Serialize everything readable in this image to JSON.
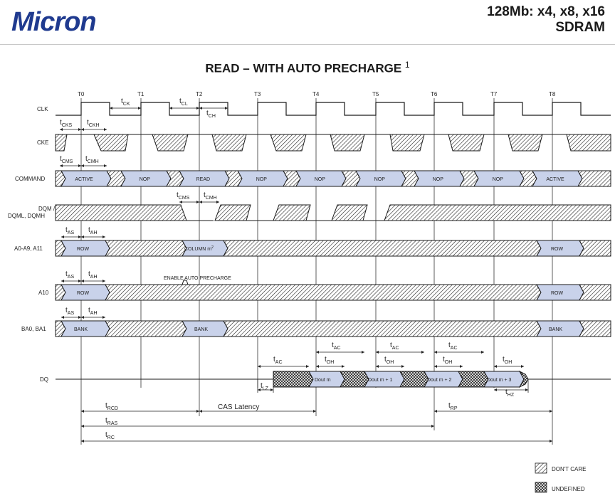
{
  "header": {
    "logo_text": "Micron",
    "title_line1": "128Mb: x4, x8, x16",
    "title_line2": "SDRAM"
  },
  "diagram": {
    "title": "READ – WITH AUTO PRECHARGE",
    "title_note": "1",
    "clock_ticks": [
      "T0",
      "T1",
      "T2",
      "T3",
      "T4",
      "T5",
      "T6",
      "T7",
      "T8"
    ],
    "signals": {
      "clk": "CLK",
      "cke": "CKE",
      "command": "COMMAND",
      "dqm_line1": "DQM /",
      "dqm_line2": "DQML, DQMH",
      "addr": "A0-A9, A11",
      "a10": "A10",
      "ba": "BA0, BA1",
      "dq": "DQ"
    },
    "commands": [
      "ACTIVE",
      "NOP",
      "READ",
      "NOP",
      "NOP",
      "NOP",
      "NOP",
      "NOP",
      "ACTIVE"
    ],
    "addr_values": {
      "row": "ROW",
      "column": "COLUMN m",
      "column_note": "2",
      "row_end": "ROW"
    },
    "a10_values": {
      "row": "ROW",
      "row_end": "ROW",
      "enable_note": "ENABLE AUTO PRECHARGE"
    },
    "ba_values": {
      "bank1": "BANK",
      "bank2": "BANK",
      "bank3": "BANK"
    },
    "dq_values": [
      "Dout m",
      "Dout m + 1",
      "Dout m + 2",
      "Dout m + 3"
    ],
    "timing_labels": {
      "tck": {
        "main": "t",
        "sub": "CK"
      },
      "tcl": {
        "main": "t",
        "sub": "CL"
      },
      "tch": {
        "main": "t",
        "sub": "CH"
      },
      "tcks": {
        "main": "t",
        "sub": "CKS"
      },
      "tckh": {
        "main": "t",
        "sub": "CKH"
      },
      "tcms": {
        "main": "t",
        "sub": "CMS"
      },
      "tcmh": {
        "main": "t",
        "sub": "CMH"
      },
      "tas": {
        "main": "t",
        "sub": "AS"
      },
      "tah": {
        "main": "t",
        "sub": "AH"
      },
      "tac": {
        "main": "t",
        "sub": "AC"
      },
      "toh": {
        "main": "t",
        "sub": "OH"
      },
      "tlz": {
        "main": "t",
        "sub": "LZ"
      },
      "thz": {
        "main": "t",
        "sub": "HZ"
      },
      "trcd": {
        "main": "t",
        "sub": "RCD"
      },
      "tras": {
        "main": "t",
        "sub": "RAS"
      },
      "trc": {
        "main": "t",
        "sub": "RC"
      },
      "trp": {
        "main": "t",
        "sub": "RP"
      },
      "cas_latency": "CAS Latency"
    }
  },
  "legend": {
    "dont_care": "DON'T CARE",
    "undefined": "UNDEFINED"
  },
  "colors": {
    "brand_blue": "#1f3a8f",
    "line": "#1a1a1a",
    "data_fill": "#c9d2ea"
  }
}
